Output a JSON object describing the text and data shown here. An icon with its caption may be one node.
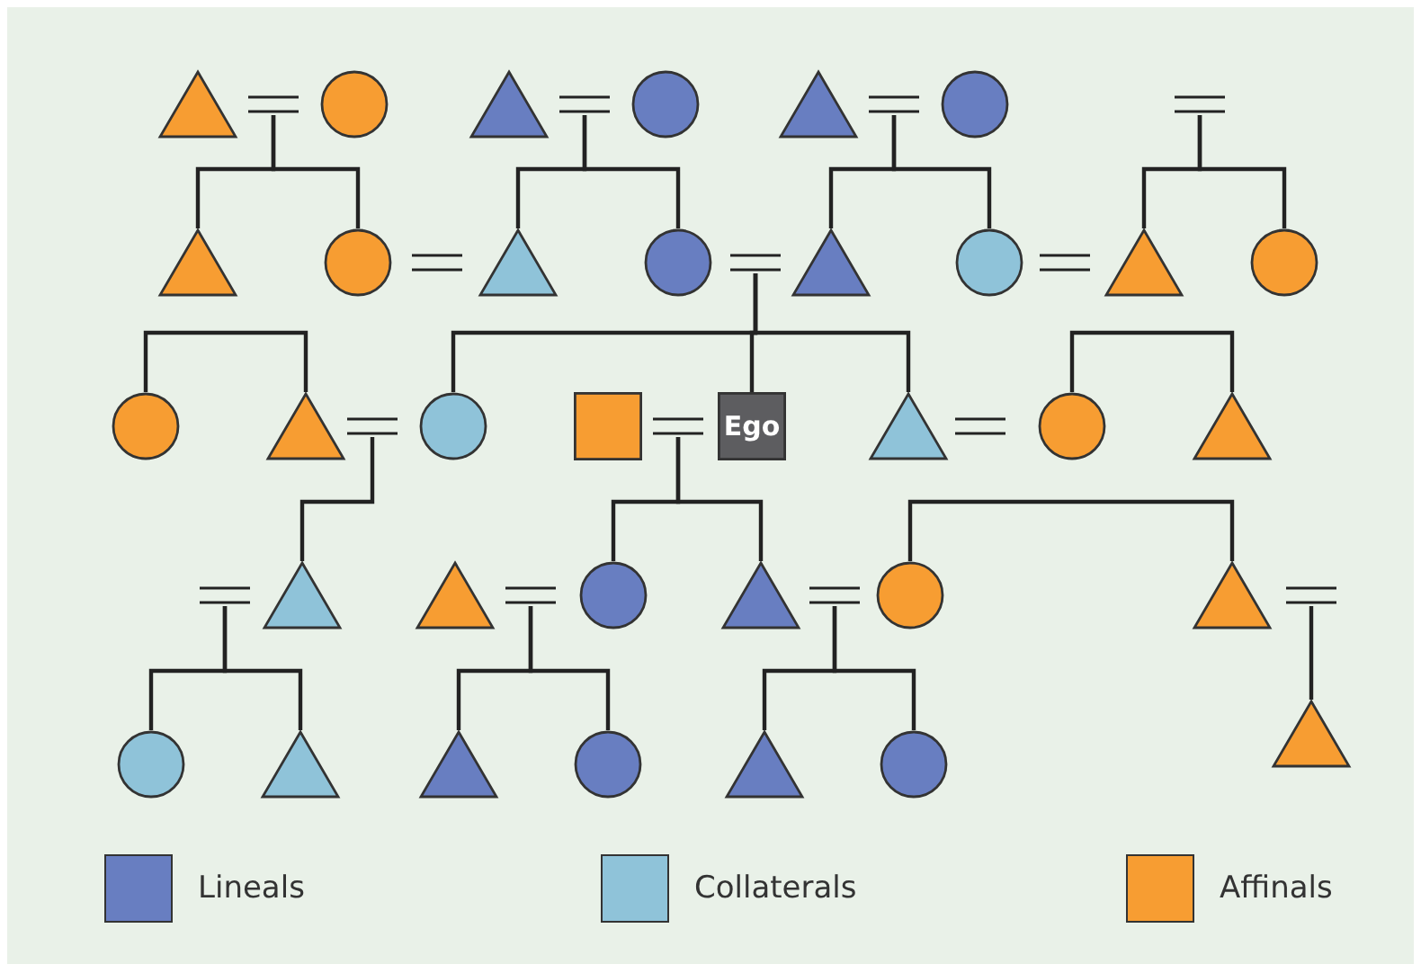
{
  "diagram": {
    "nodes": [
      {
        "text": [],
        "shape": "triangle"
      },
      {
        "text": [],
        "shape": "equals"
      },
      {
        "text": [],
        "shape": "circle"
      },
      {
        "text": [],
        "shape": "triangle"
      },
      {
        "text": [],
        "shape": "equals"
      },
      {
        "text": [],
        "shape": "circle"
      },
      {
        "text": [],
        "shape": "triangle"
      },
      {
        "text": [],
        "shape": "equals"
      },
      {
        "text": [],
        "shape": "circle"
      },
      {
        "text": [],
        "shape": "equals"
      },
      {
        "text": [],
        "shape": "triangle"
      },
      {
        "text": [],
        "shape": "circle"
      },
      {
        "text": [],
        "shape": "equals"
      },
      {
        "text": [],
        "shape": "triangle"
      },
      {
        "text": [],
        "shape": "circle"
      },
      {
        "text": [],
        "shape": "equals"
      },
      {
        "text": [],
        "shape": "triangle"
      },
      {
        "text": [],
        "shape": "circle"
      },
      {
        "text": [],
        "shape": "equals"
      },
      {
        "text": [],
        "shape": "triangle"
      },
      {
        "text": [],
        "shape": "circle"
      },
      {
        "text": [],
        "shape": "circle"
      },
      {
        "text": [],
        "shape": "triangle"
      },
      {
        "text": [],
        "shape": "equals"
      },
      {
        "text": [],
        "shape": "circle"
      },
      {
        "text": [],
        "shape": "box"
      },
      {
        "text": [],
        "shape": "equals"
      },
      {
        "text": [
          "Ego"
        ]
      },
      {
        "text": [],
        "shape": "triangle"
      },
      {
        "text": [],
        "shape": "equals"
      },
      {
        "text": [],
        "shape": "circle"
      },
      {
        "text": [],
        "shape": "triangle"
      },
      {
        "text": [],
        "shape": "equals"
      },
      {
        "text": [],
        "shape": "triangle"
      },
      {
        "text": [],
        "shape": "triangle"
      },
      {
        "text": [],
        "shape": "equals"
      },
      {
        "text": [],
        "shape": "circle"
      },
      {
        "text": [],
        "shape": "triangle"
      },
      {
        "text": [],
        "shape": "equals"
      },
      {
        "text": [],
        "shape": "circle"
      },
      {
        "text": [],
        "shape": "triangle"
      },
      {
        "text": [],
        "shape": "equals"
      },
      {
        "text": [],
        "shape": "circle"
      },
      {
        "text": [],
        "shape": "triangle"
      },
      {
        "text": [],
        "shape": "triangle"
      },
      {
        "text": [],
        "shape": "circle"
      },
      {
        "text": [],
        "shape": "triangle"
      },
      {
        "text": [],
        "shape": "circle"
      },
      {
        "text": [],
        "shape": "triangle"
      }
    ],
    "edges": [
      {
        "from": 1,
        "to": 10,
        "arrow": "none"
      },
      {
        "from": 1,
        "to": 11,
        "arrow": "none"
      },
      {
        "from": 4,
        "to": 13,
        "arrow": "none"
      },
      {
        "from": 4,
        "to": 14,
        "arrow": "none"
      },
      {
        "from": 7,
        "to": 16,
        "arrow": "none"
      },
      {
        "from": 7,
        "to": 17,
        "arrow": "none"
      },
      {
        "from": 9,
        "to": 19,
        "arrow": "none"
      },
      {
        "from": 9,
        "to": 20,
        "arrow": "none"
      },
      {
        "from": 21,
        "to": 22,
        "arrow": "none"
      },
      {
        "from": 15,
        "to": 24,
        "arrow": "none"
      },
      {
        "from": 15,
        "to": 27,
        "arrow": "none"
      },
      {
        "from": 15,
        "to": 28,
        "arrow": "none"
      },
      {
        "from": 30,
        "to": 31,
        "arrow": "none"
      },
      {
        "from": 23,
        "to": 33,
        "arrow": "none"
      },
      {
        "from": 26,
        "to": 36,
        "arrow": "none"
      },
      {
        "from": 26,
        "to": 37,
        "arrow": "none"
      },
      {
        "from": 39,
        "to": 40,
        "arrow": "none"
      },
      {
        "from": 32,
        "to": 42,
        "arrow": "none"
      },
      {
        "from": 32,
        "to": 43,
        "arrow": "none"
      },
      {
        "from": 35,
        "to": 44,
        "arrow": "none"
      },
      {
        "from": 35,
        "to": 45,
        "arrow": "none"
      },
      {
        "from": 38,
        "to": 46,
        "arrow": "none"
      },
      {
        "from": 38,
        "to": 47,
        "arrow": "none"
      },
      {
        "from": 41,
        "to": 48,
        "arrow": "none"
      }
    ],
    "legend": [
      {
        "text": "Lineals",
        "color": "#687ec1"
      },
      {
        "text": "Collaterals",
        "color": "#8fc3d9"
      },
      {
        "text": "Affinals",
        "color": "#f79d32"
      }
    ]
  }
}
